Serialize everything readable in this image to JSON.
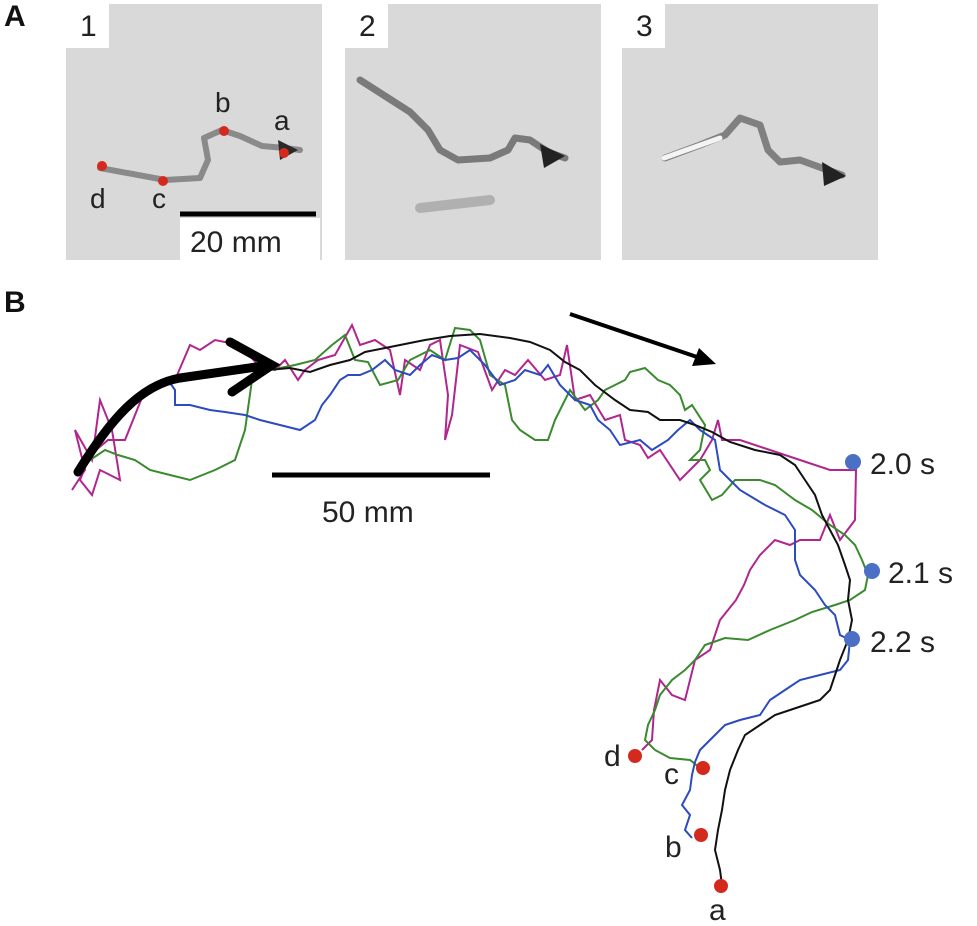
{
  "panel_a": {
    "label": "A",
    "frames": [
      {
        "number": "1"
      },
      {
        "number": "2"
      },
      {
        "number": "3"
      }
    ],
    "point_labels": [
      "a",
      "b",
      "c",
      "d"
    ],
    "scale_bar_label": "20 mm"
  },
  "panel_b": {
    "label": "B",
    "scale_bar_label": "50 mm",
    "time_labels": [
      "2.0 s",
      "2.1 s",
      "2.2 s"
    ],
    "endpoint_labels": [
      "a",
      "b",
      "c",
      "d"
    ],
    "colors": {
      "trace_a": "#111111",
      "trace_b": "#2b4bbf",
      "trace_c": "#3a8a2e",
      "trace_d": "#b0268f",
      "marker_red": "#d42a1e",
      "marker_blue": "#4a6fc4"
    }
  }
}
